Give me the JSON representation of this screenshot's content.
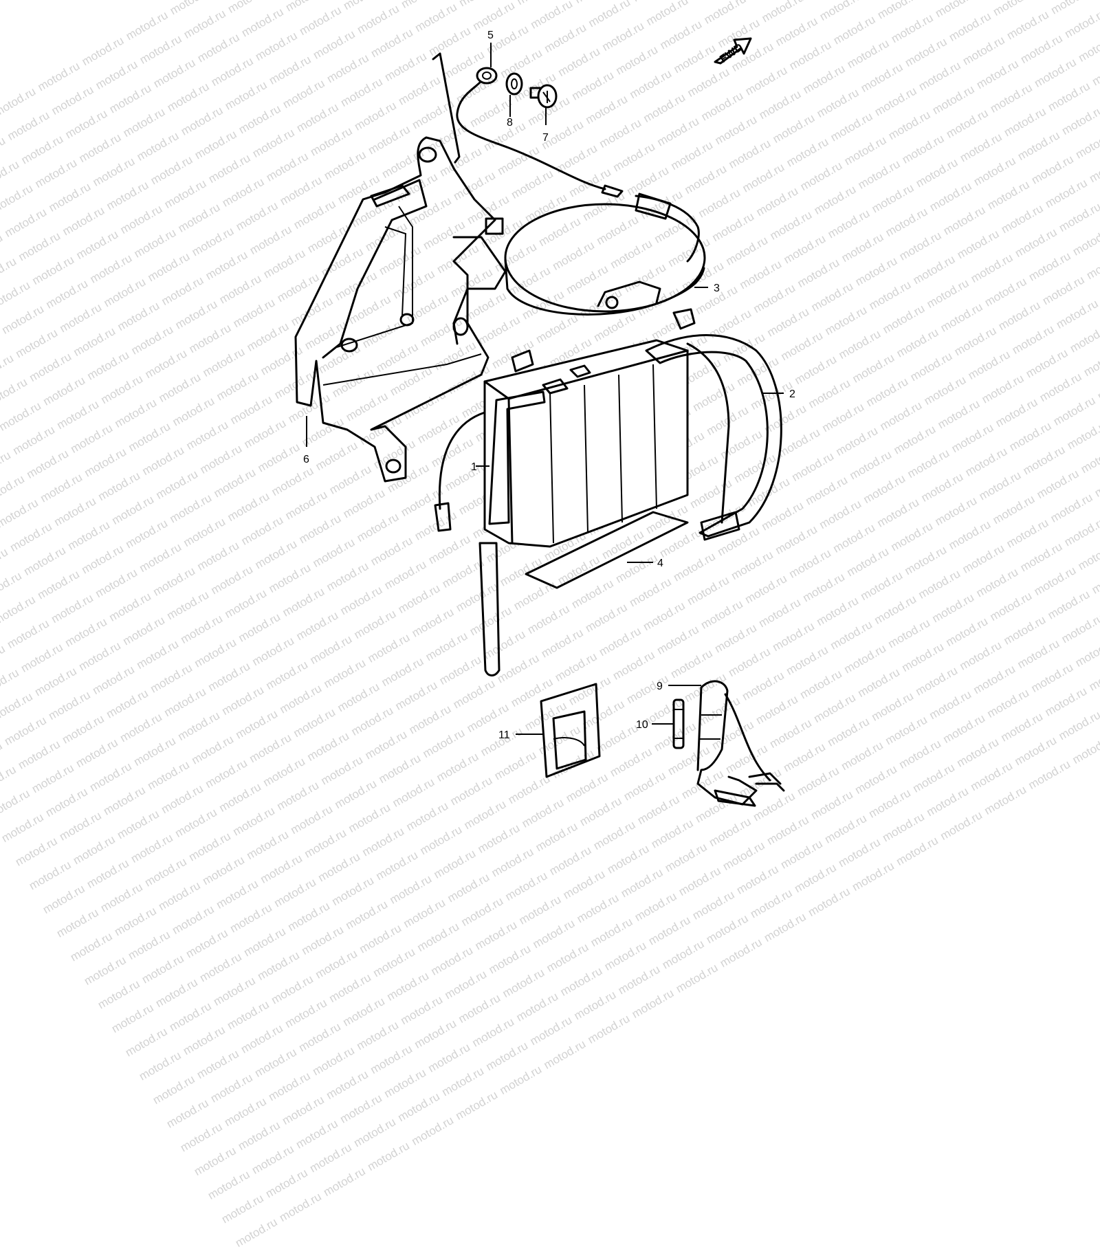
{
  "watermark": {
    "text": "motod.ru",
    "color": "#d2d2d2"
  },
  "direction_badge": {
    "text": "FWD"
  },
  "callouts": [
    {
      "id": "1",
      "text": "1"
    },
    {
      "id": "2",
      "text": "2"
    },
    {
      "id": "3",
      "text": "3"
    },
    {
      "id": "4",
      "text": "4"
    },
    {
      "id": "5",
      "text": "5"
    },
    {
      "id": "6",
      "text": "6"
    },
    {
      "id": "7",
      "text": "7"
    },
    {
      "id": "8",
      "text": "8"
    },
    {
      "id": "9",
      "text": "9"
    },
    {
      "id": "10",
      "text": "10"
    },
    {
      "id": "11",
      "text": "11"
    }
  ],
  "parts": [
    {
      "id": "battery",
      "icon": "battery-icon"
    },
    {
      "id": "battery-band",
      "icon": "strap-icon"
    },
    {
      "id": "battery-holder-ring",
      "icon": "ring-icon"
    },
    {
      "id": "battery-tray",
      "icon": "tray-icon"
    },
    {
      "id": "breather-hose",
      "icon": "hose-icon"
    },
    {
      "id": "fuse-holder",
      "icon": "fuse-holder-icon"
    },
    {
      "id": "fuse",
      "icon": "fuse-icon"
    },
    {
      "id": "clip",
      "icon": "clip-icon"
    }
  ]
}
